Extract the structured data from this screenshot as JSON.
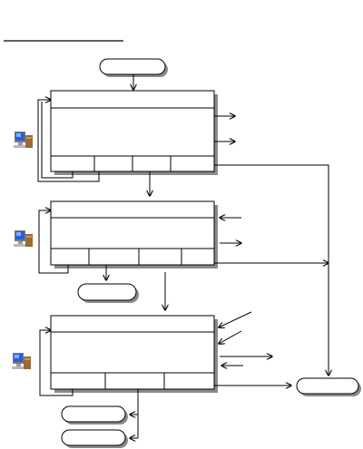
{
  "diagram": {
    "header_rule": "underline",
    "start_terminal": {
      "label": ""
    },
    "screens": [
      {
        "id": "screen-1",
        "title": "",
        "body": "",
        "tabs": [
          "",
          "",
          "",
          ""
        ]
      },
      {
        "id": "screen-2",
        "title": "",
        "body": "",
        "tabs": [
          "",
          "",
          "",
          ""
        ]
      },
      {
        "id": "screen-3",
        "title": "",
        "body": "",
        "tabs": [
          "",
          "",
          ""
        ]
      }
    ],
    "mid_terminal": {
      "label": ""
    },
    "end_terminal": {
      "label": ""
    },
    "bottom_terminals": [
      {
        "label": ""
      },
      {
        "label": ""
      }
    ],
    "icon": "desktop-computer-icon",
    "colors": {
      "line": "#000000",
      "box_fill": "#ffffff",
      "shadow": "#8a8a8a",
      "monitor_screen": "#2a5fd8",
      "monitor_frame": "#b8b8b8",
      "tower": "#9a6a3a"
    }
  }
}
